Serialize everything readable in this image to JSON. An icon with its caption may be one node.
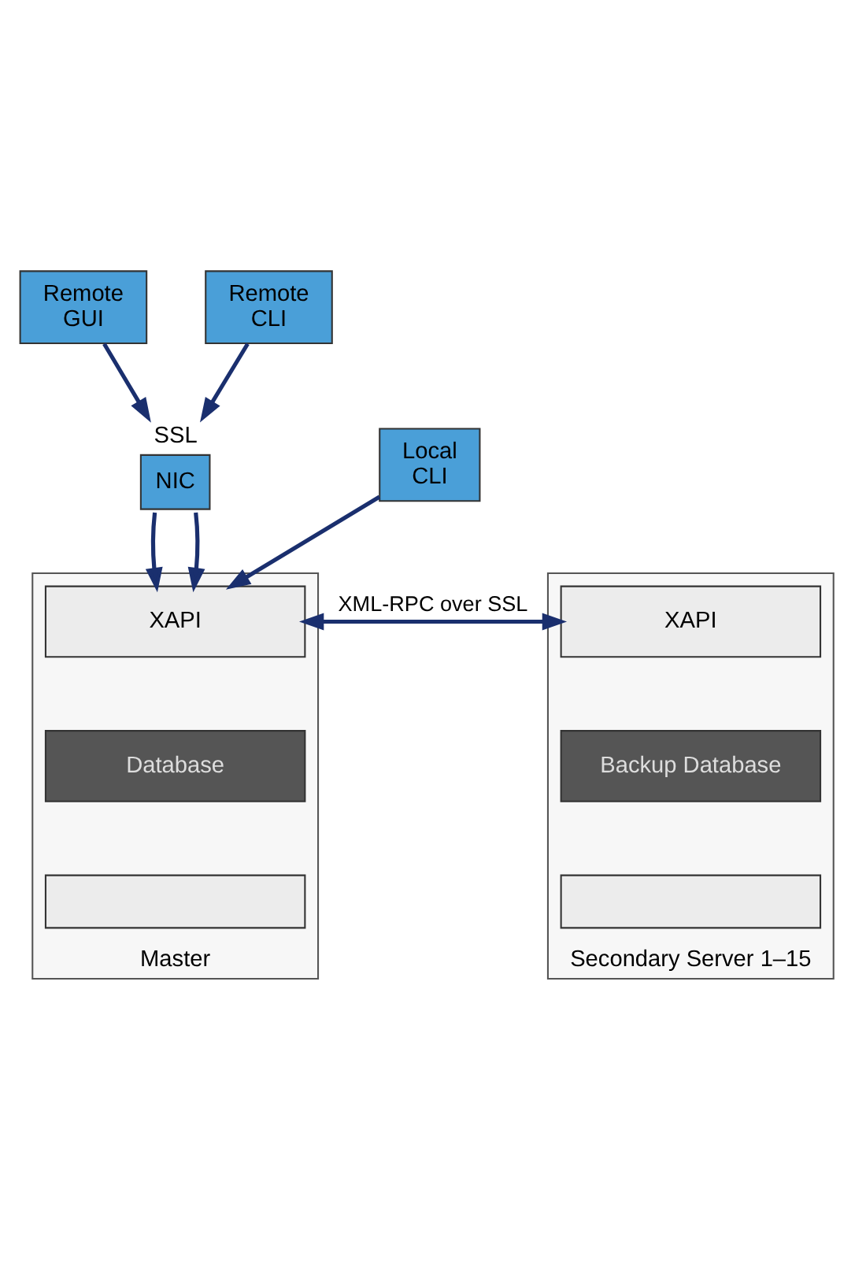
{
  "diagram": {
    "nodes": [
      {
        "text": [
          "Remote",
          "GUI"
        ]
      },
      {
        "text": [
          "Remote",
          "CLI"
        ]
      },
      {
        "text": [
          "Local",
          "CLI"
        ]
      },
      {
        "text": [
          "NIC"
        ],
        "beside": [
          "SSL"
        ]
      },
      {
        "text": [
          "Master"
        ]
      },
      {
        "text": [
          "XAPI"
        ],
        "in": 4
      },
      {
        "text": [
          "Database"
        ],
        "in": 4
      },
      {
        "text": [],
        "shape": "bar",
        "in": 4
      },
      {
        "text": [
          "Secondary Server 1–15"
        ]
      },
      {
        "text": [
          "XAPI"
        ],
        "in": 8
      },
      {
        "text": [
          "Backup Database"
        ],
        "in": 8
      },
      {
        "text": [],
        "shape": "bar",
        "in": 8
      }
    ],
    "edges": [
      {
        "from": 0,
        "to": 3,
        "arrow": "to"
      },
      {
        "from": 1,
        "to": 3,
        "arrow": "to"
      },
      {
        "from": 3,
        "to": 5,
        "arrow": "to"
      },
      {
        "from": 3,
        "to": 5,
        "arrow": "to"
      },
      {
        "from": 2,
        "to": 5,
        "arrow": "to"
      },
      {
        "from": 5,
        "to": 9,
        "arrow": "both",
        "label": "XML-RPC over SSL"
      }
    ]
  }
}
